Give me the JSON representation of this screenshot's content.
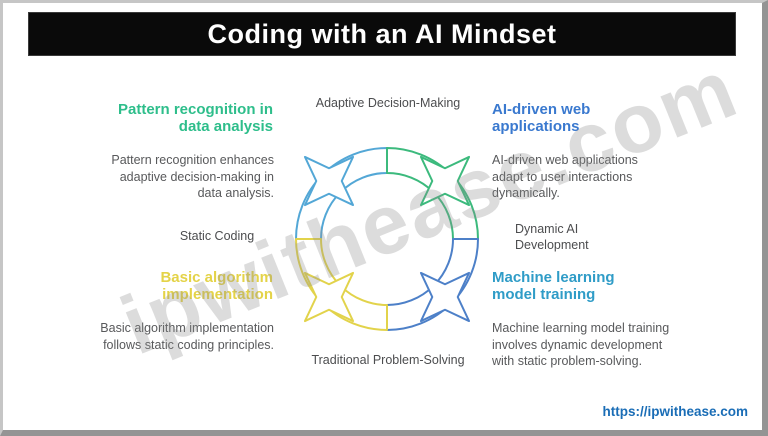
{
  "title": "Coding with an AI Mindset",
  "watermark": "ipwithease.com",
  "footer": {
    "url_label": "https://ipwithease.com"
  },
  "sections": {
    "top_left": {
      "heading": "Pattern recognition in data analysis",
      "body": "Pattern recognition enhances adaptive decision-making in data analysis.",
      "color": "#2ebe8b"
    },
    "bottom_left": {
      "heading": "Basic algorithm implementation",
      "body": "Basic algorithm implementation follows static coding principles.",
      "color": "#e4d348"
    },
    "top_right": {
      "heading": "AI-driven web applications",
      "body": "AI-driven web applications adapt to user interactions dynamically.",
      "color": "#3a79cf"
    },
    "bottom_right": {
      "heading": "Machine learning model training",
      "body": "Machine learning model training involves dynamic development with static problem-solving.",
      "color": "#2f9cc7"
    }
  },
  "cycle": {
    "labels": {
      "top": "Adaptive Decision-Making",
      "left": "Static Coding",
      "right": "Dynamic AI Development",
      "bottom": "Traditional Problem-Solving"
    },
    "colors": {
      "top_left": "#53a7d6",
      "top_right": "#3cba7d",
      "bottom_left": "#e2d34b",
      "bottom_right": "#4d80c8",
      "accent_teal": "#2fae9e"
    }
  }
}
